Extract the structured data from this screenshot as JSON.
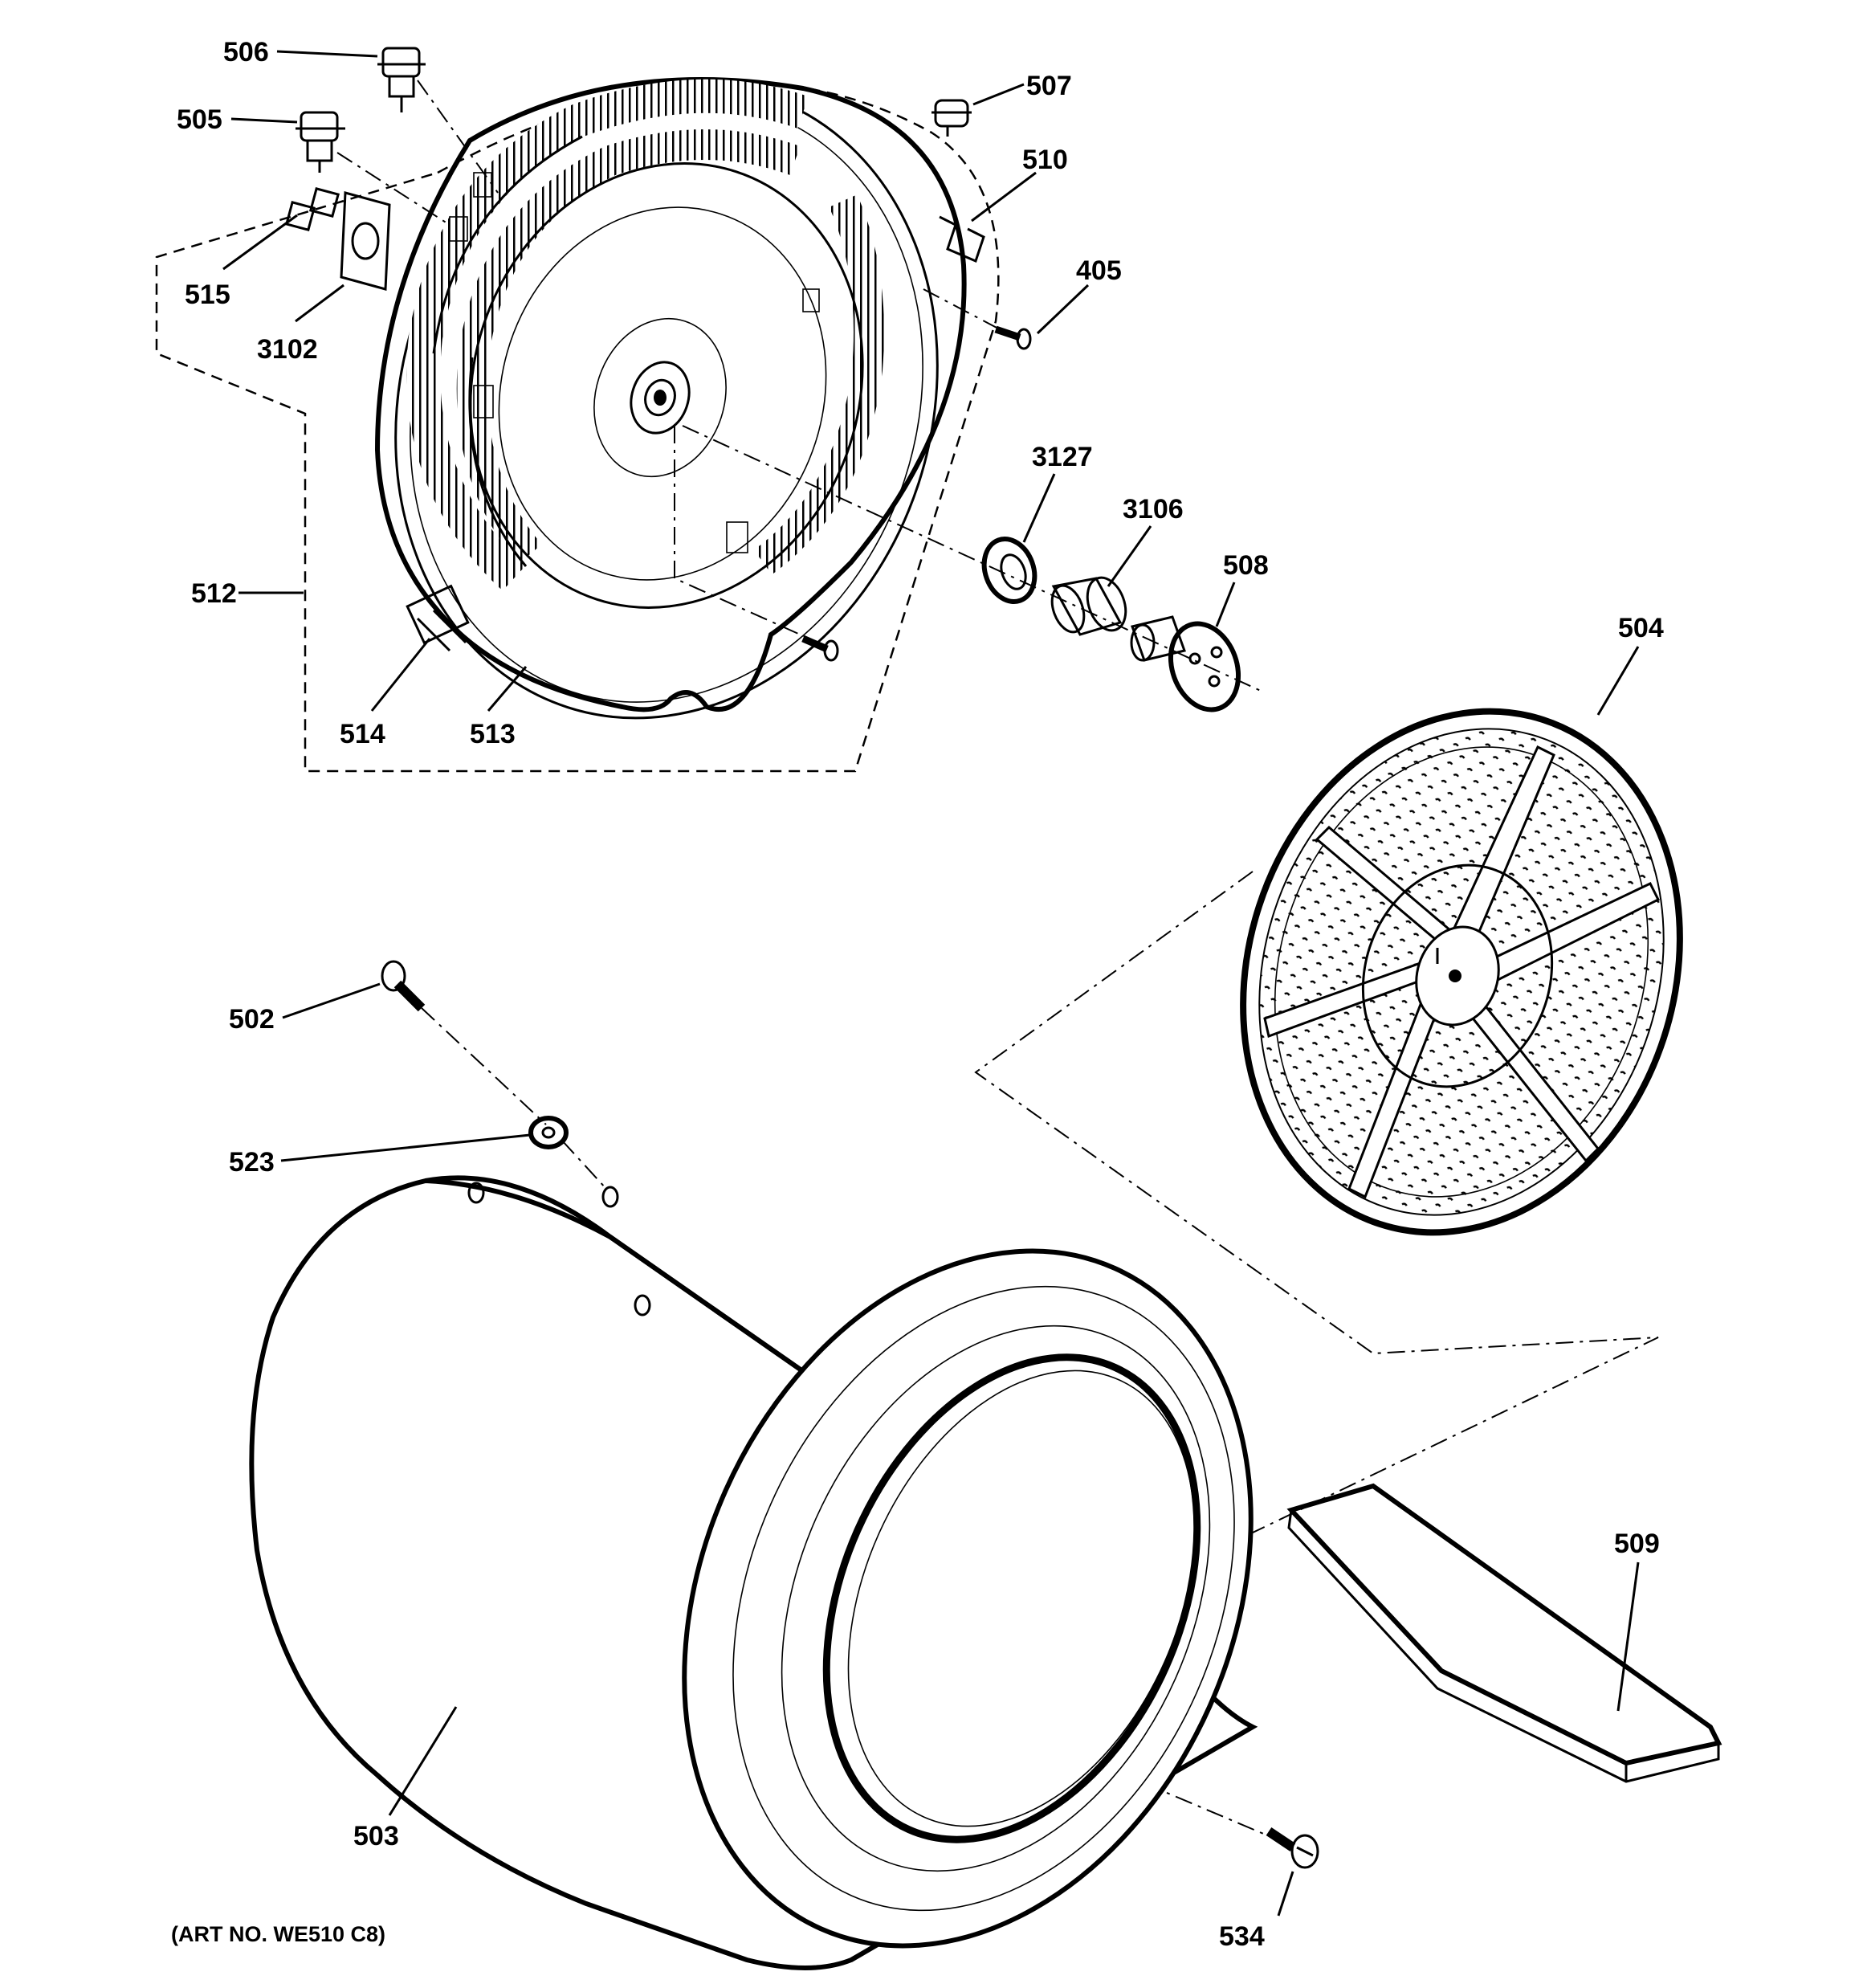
{
  "diagram": {
    "art_number": "(ART NO. WE510 C8)",
    "callouts": {
      "c506": "506",
      "c505": "505",
      "c507": "507",
      "c510": "510",
      "c405": "405",
      "c515": "515",
      "c3102": "3102",
      "c3127": "3127",
      "c3106": "3106",
      "c508": "508",
      "c512": "512",
      "c514": "514",
      "c513": "513",
      "c504": "504",
      "c502": "502",
      "c523": "523",
      "c509": "509",
      "c503": "503",
      "c534": "534"
    }
  }
}
